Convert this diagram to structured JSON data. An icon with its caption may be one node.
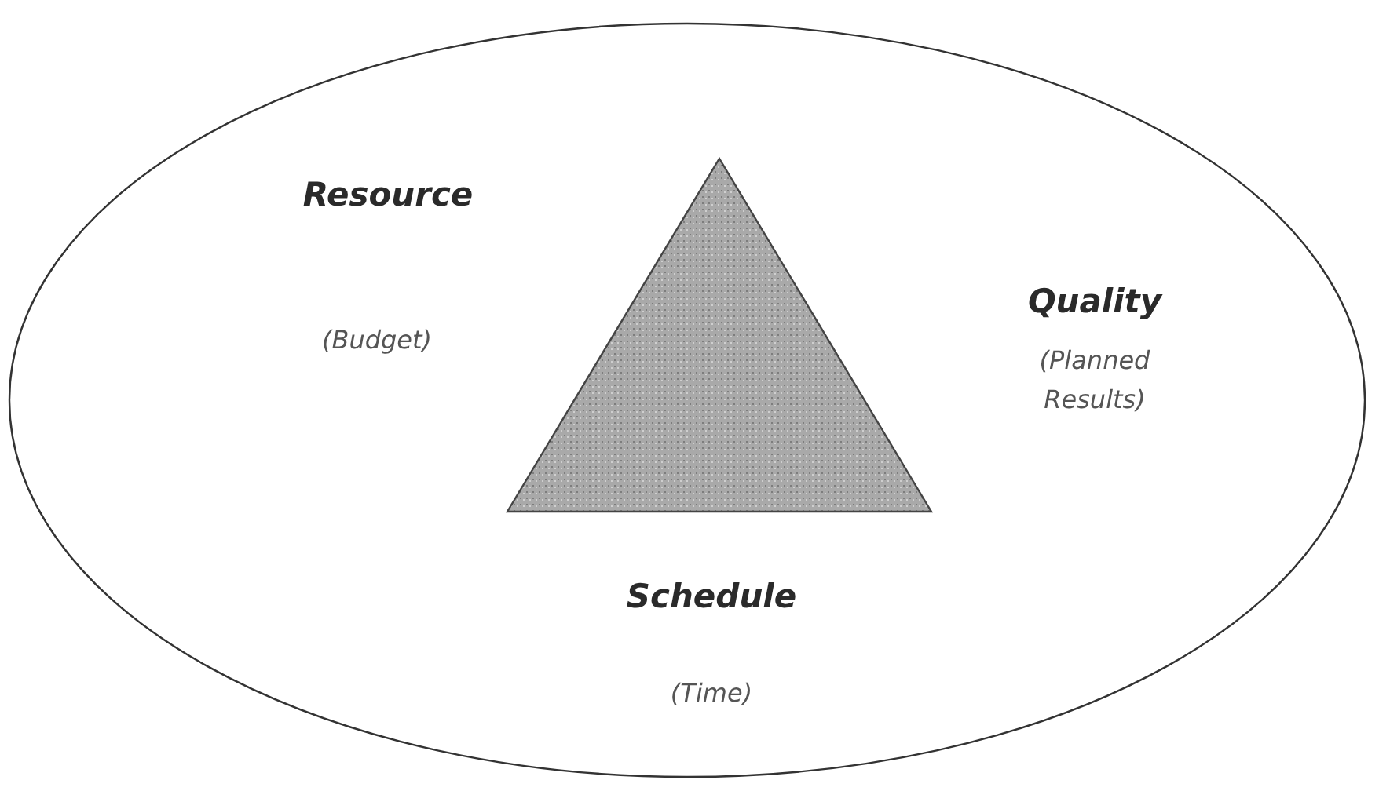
{
  "diagram": {
    "nodes": [
      {
        "text": [],
        "shape": "ellipse"
      },
      {
        "text": [],
        "shape": "triangle",
        "in": 0
      }
    ],
    "labels": [
      "Resource",
      "(Budget)",
      "Quality",
      "(Planned Results)",
      "Schedule",
      "(Time)"
    ]
  }
}
